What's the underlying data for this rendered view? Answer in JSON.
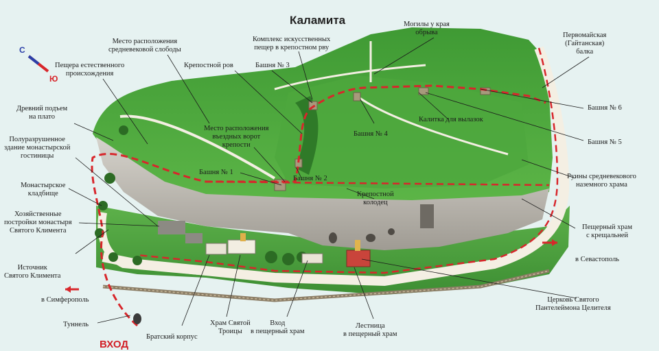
{
  "title": "Каламита",
  "compass": {
    "north": "С",
    "south": "Ю"
  },
  "entrance": "ВХОД",
  "colors": {
    "plateau": "#4aa33a",
    "cliff": "#bfbcb6",
    "route": "#d8262b",
    "road": "#f4efe3",
    "background": "#e6f2f1"
  },
  "labels": {
    "mogily": "Могилы у края\nобрыва",
    "pervomayskaya": "Первомайская\n(Гайтанская)\nбалка",
    "mesto_slobody": "Место расположения\nсредневековой слободы",
    "kompleks": "Комплекс искусственных\nпещер в крепостном рву",
    "peshchera": "Пещера естественного\nпроисхождения",
    "krep_rov": "Крепостной ров",
    "bashnya3": "Башня № 3",
    "drevniy_podyem": "Древний подъем\nна плато",
    "mesto_vorot": "Место расположения\nвъездных ворот\nкрепости",
    "bashnya4": "Башня № 4",
    "kalitka": "Калитка для вылазок",
    "bashnya6": "Башня № 6",
    "bashnya5": "Башня № 5",
    "polurazrush": "Полуразрушенное\nздание монастырской\nгостиницы",
    "bashnya1": "Башня № 1",
    "bashnya2": "Башня № 2",
    "ruiny": "Руины средневекового\nназемного храма",
    "kladbishche": "Монастырское\nкладбище",
    "krep_kolodets": "Крепостной\nколодец",
    "khozyaystv": "Хозяйственные\nпостройки монастыря\nСвятого Климента",
    "peshch_khram": "Пещерный храм\nс крещальней",
    "istochnik": "Источник\nСвятого Климента",
    "sevastopol": "в Севастополь",
    "simferopol": "в Симферополь",
    "tserkov": "Церковь Святого\nПантелеймона Целителя",
    "tunnel": "Туннель",
    "bratskiy": "Братский корпус",
    "khram_troitsy": "Храм Святой\nТроицы",
    "vkhod_khram": "Вход\nв пещерный храм",
    "lestnitsa": "Лестница\nв пещерный храм"
  }
}
